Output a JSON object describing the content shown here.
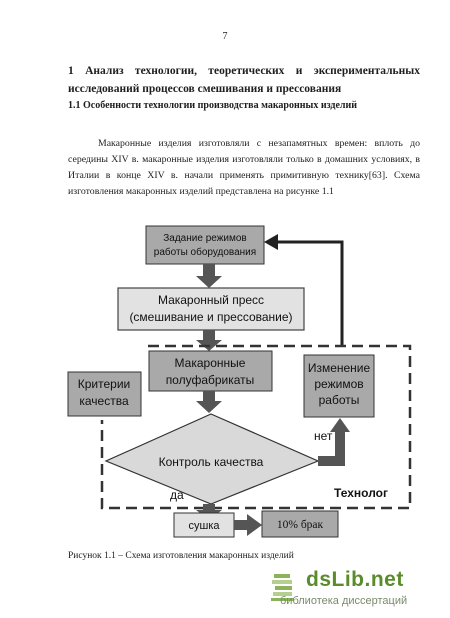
{
  "page_number": "7",
  "heading": {
    "line1": "1 Анализ технологии, теоретических и экспериментальных",
    "line2": "исследований процессов смешивания и прессования"
  },
  "subheading": "1.1 Особенности технологии производства макаронных изделий",
  "paragraph": "Макаронные изделия изготовляли с незапамятных времен: вплоть до середины XIV в. макаронные изделия изготовляли только в домашних условиях, в Италии в конце XIV в. начали применять примитивную технику[63]. Схема изготовления макаронных изделий представлена на рисунке 1.1",
  "diagram": {
    "box_mode_line1": "Задание режимов",
    "box_mode_line2": "работы оборудования",
    "box_press_line1": "Макаронный пресс",
    "box_press_line2": "(смешивание и прессование)",
    "box_semi_line1": "Макаронные",
    "box_semi_line2": "полуфабрикаты",
    "box_criteria_line1": "Критерии",
    "box_criteria_line2": "качества",
    "box_change_line1": "Изменение",
    "box_change_line2": "режимов",
    "box_change_line3": "работы",
    "decision": "Контроль качества",
    "label_no": "нет",
    "label_yes": "да",
    "label_technolog": "Технолог",
    "box_drying": "сушка",
    "box_defect": "10% брак"
  },
  "caption": "Рисунок 1.1 – Схема изготовления макаронных изделий",
  "watermark": {
    "logo": "dsLib.net",
    "subtitle": "библиотека диссертаций"
  }
}
